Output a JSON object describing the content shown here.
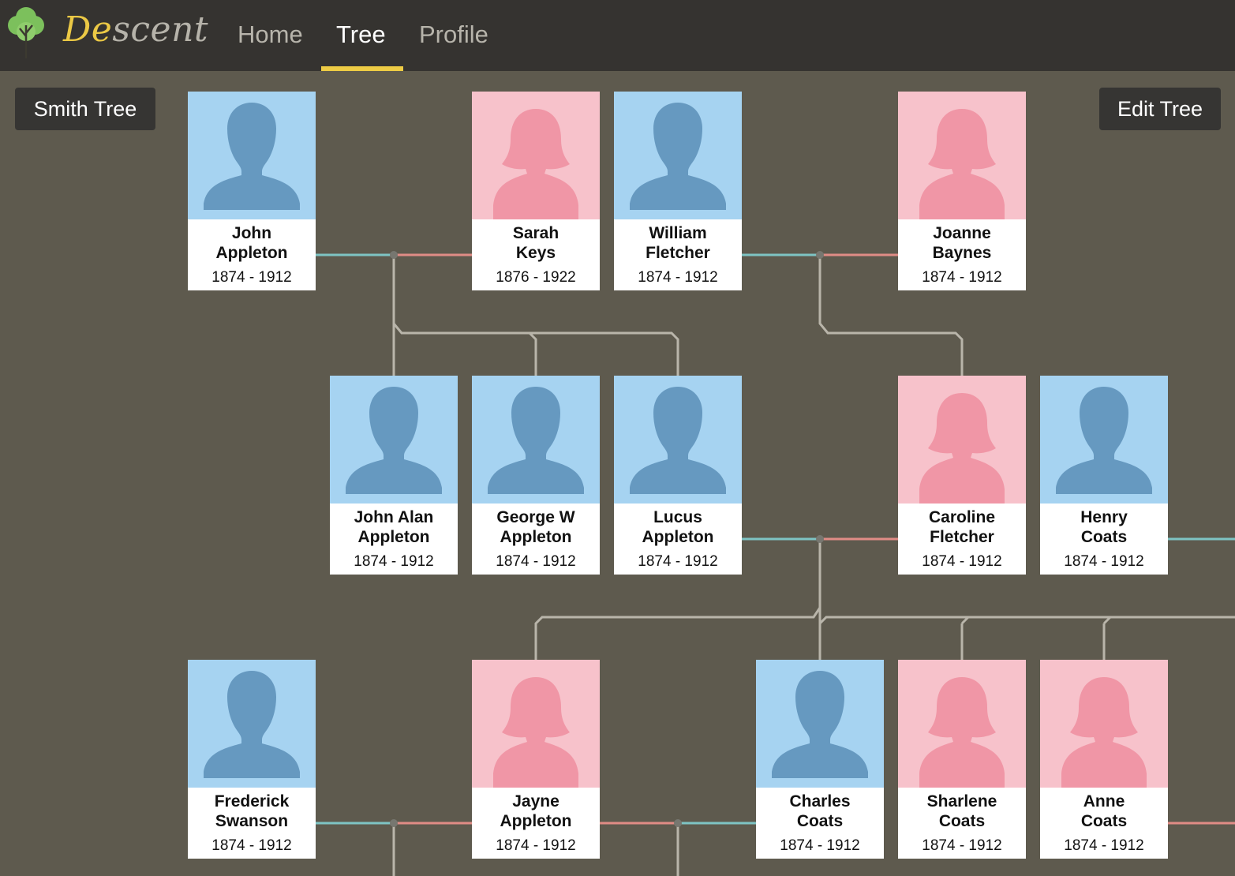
{
  "app": {
    "brand_first": "De",
    "brand_rest": "scent"
  },
  "nav": {
    "home": "Home",
    "tree": "Tree",
    "profile": "Profile"
  },
  "toolbar": {
    "tree_name": "Smith Tree",
    "edit_label": "Edit Tree"
  },
  "colors": {
    "accent": "#ecc945",
    "male_bg": "#a6d3f1",
    "male_icon": "#6699c0",
    "female_bg": "#f7c2cb",
    "female_icon": "#f096a6",
    "link_male": "#7ec4c4",
    "link_female": "#e08c86",
    "link_child": "#b9b5aa"
  },
  "people": [
    {
      "first": "John",
      "last": "Appleton",
      "years": "1874 - 1912",
      "gender": "male"
    },
    {
      "first": "Sarah",
      "last": "Keys",
      "years": "1876 - 1922",
      "gender": "female"
    },
    {
      "first": "William",
      "last": "Fletcher",
      "years": "1874 - 1912",
      "gender": "male"
    },
    {
      "first": "Joanne",
      "last": "Baynes",
      "years": "1874 - 1912",
      "gender": "female"
    },
    {
      "first": "John Alan",
      "last": "Appleton",
      "years": "1874 - 1912",
      "gender": "male"
    },
    {
      "first": "George W",
      "last": "Appleton",
      "years": "1874 - 1912",
      "gender": "male"
    },
    {
      "first": "Lucus",
      "last": "Appleton",
      "years": "1874 - 1912",
      "gender": "male"
    },
    {
      "first": "Caroline",
      "last": "Fletcher",
      "years": "1874 - 1912",
      "gender": "female"
    },
    {
      "first": "Henry",
      "last": "Coats",
      "years": "1874 - 1912",
      "gender": "male"
    },
    {
      "first": "Frederick",
      "last": "Swanson",
      "years": "1874 - 1912",
      "gender": "male"
    },
    {
      "first": "Jayne",
      "last": "Appleton",
      "years": "1874 - 1912",
      "gender": "female"
    },
    {
      "first": "Charles",
      "last": "Coats",
      "years": "1874 - 1912",
      "gender": "male"
    },
    {
      "first": "Sharlene",
      "last": "Coats",
      "years": "1874 - 1912",
      "gender": "female"
    },
    {
      "first": "Anne",
      "last": "Coats",
      "years": "1874 - 1912",
      "gender": "female"
    }
  ]
}
